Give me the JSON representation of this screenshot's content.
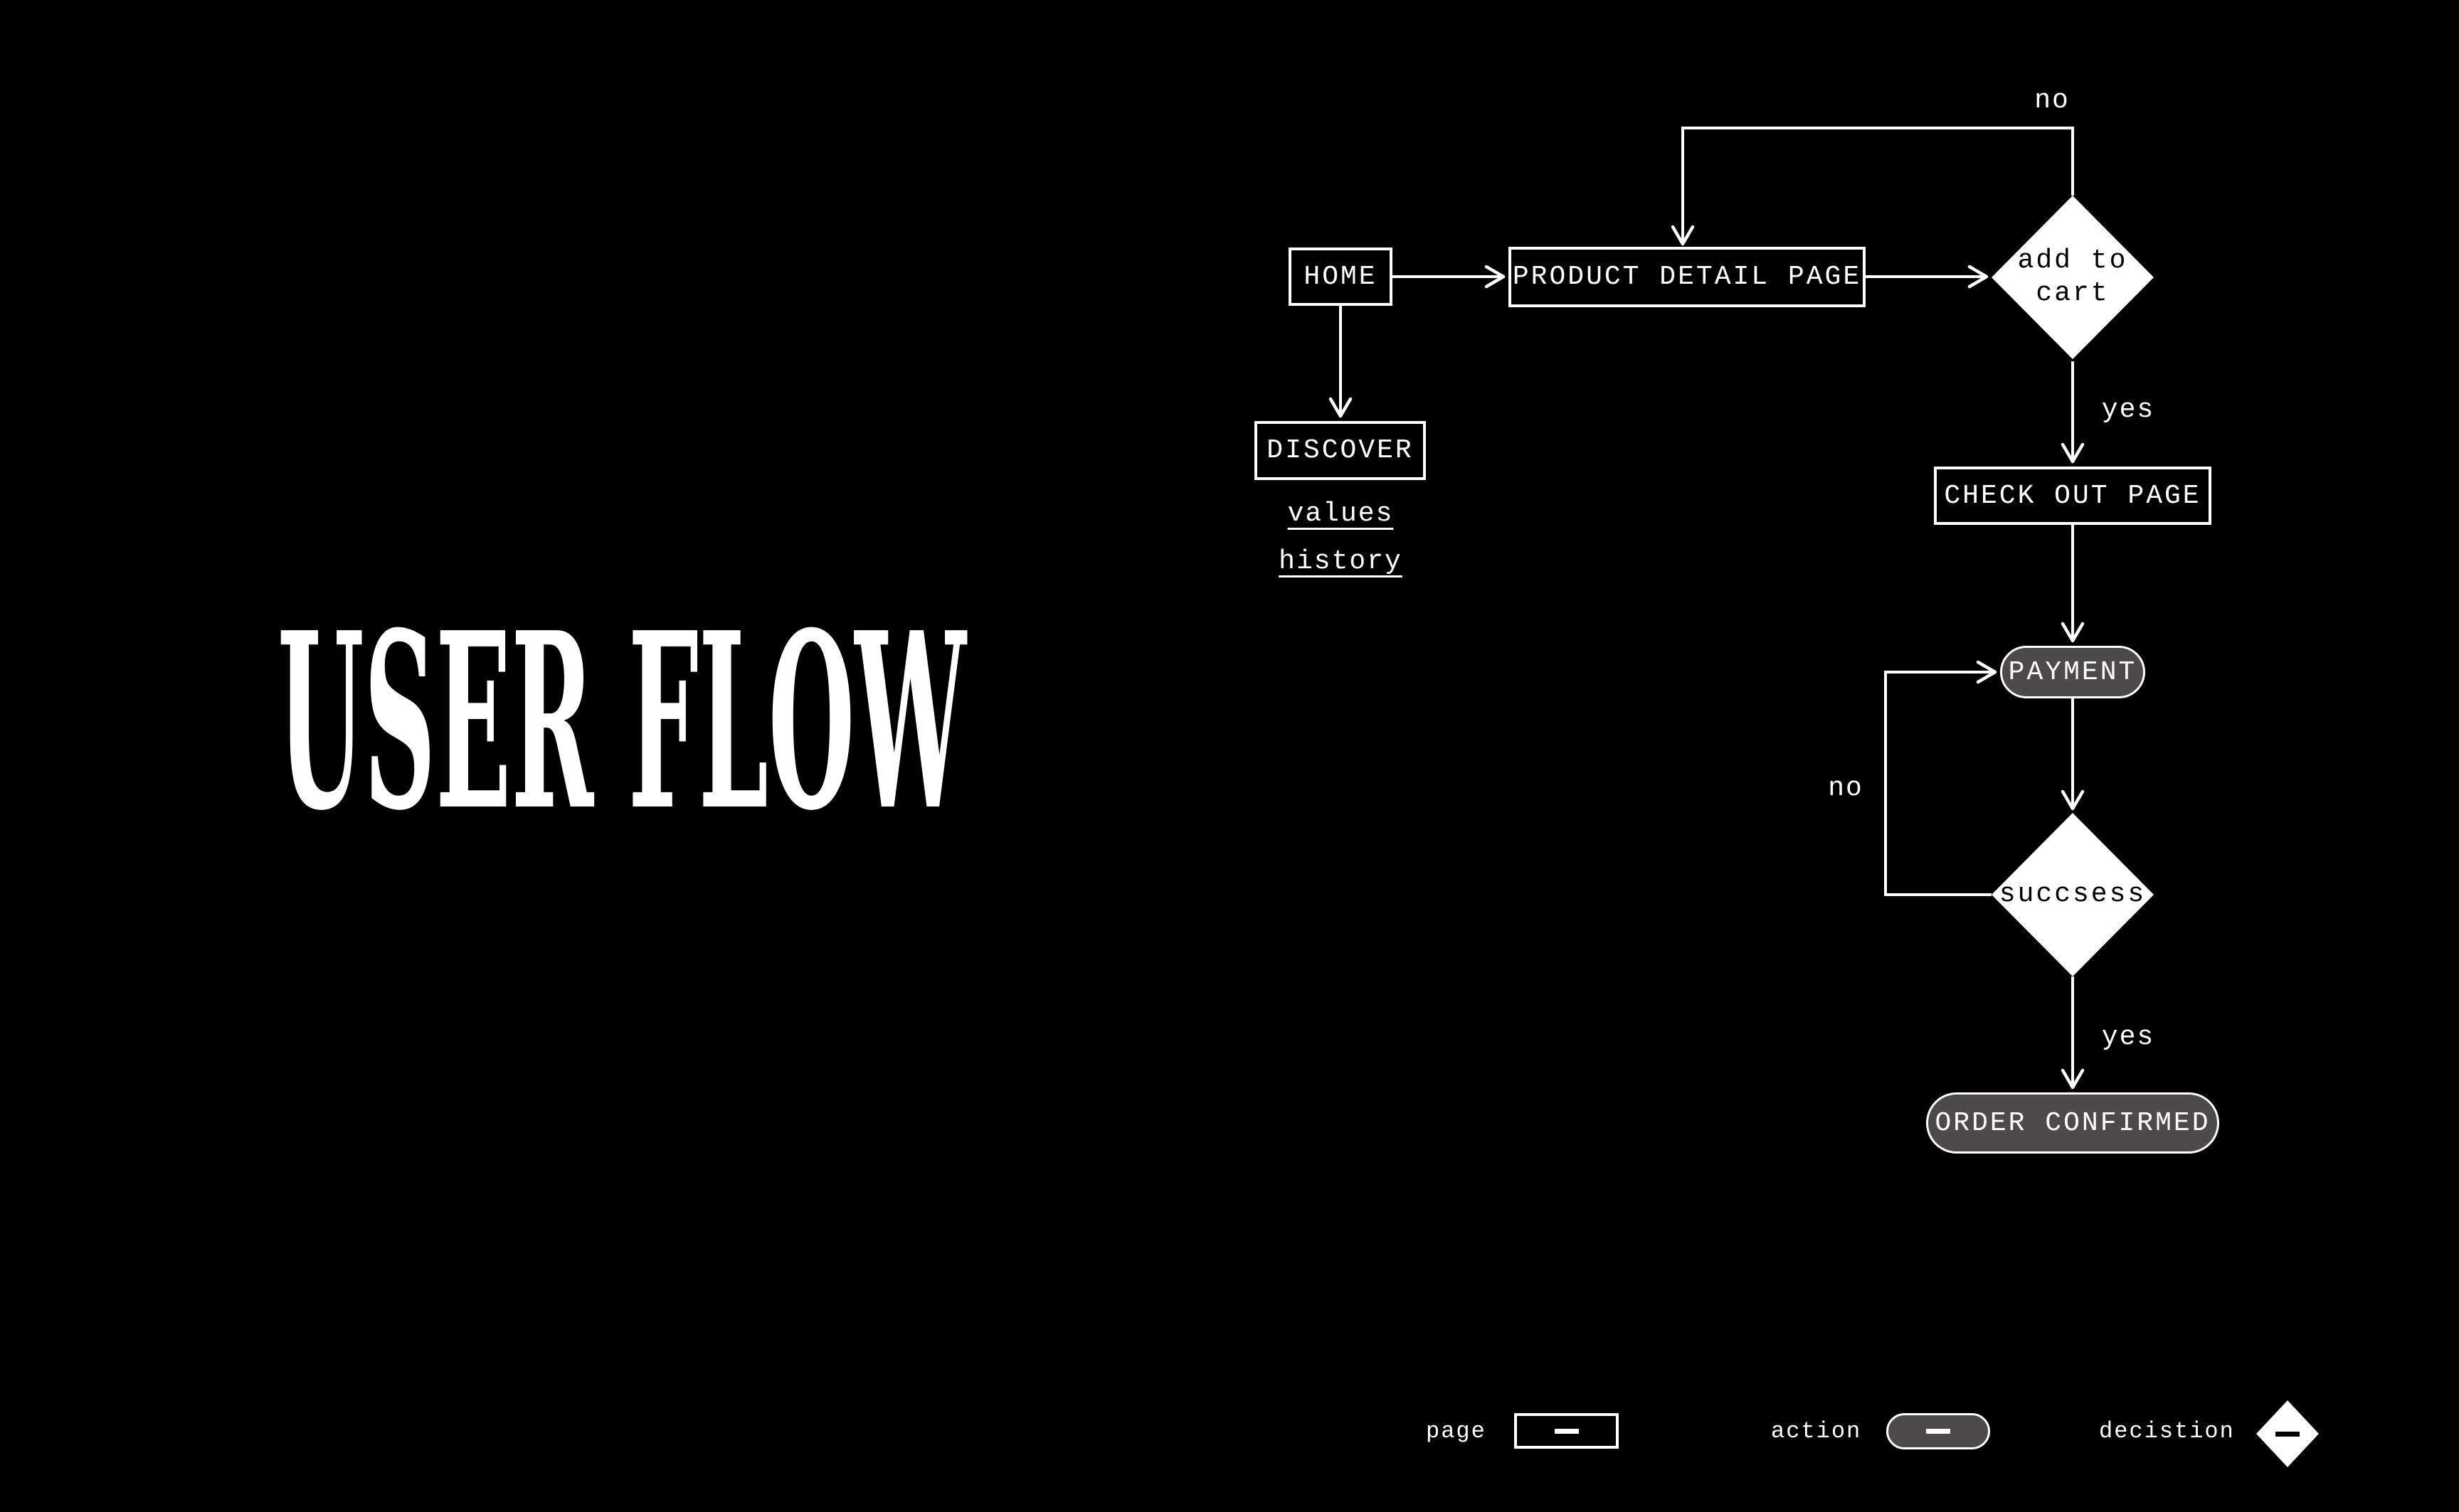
{
  "title": "USER FLOW",
  "flow": {
    "nodes": {
      "home": {
        "label": "HOME",
        "type": "page"
      },
      "product_detail": {
        "label": "PRODUCT DETAIL PAGE",
        "type": "page"
      },
      "discover": {
        "label": "DISCOVER",
        "type": "page"
      },
      "checkout": {
        "label": "CHECK OUT PAGE",
        "type": "page"
      },
      "payment": {
        "label": "PAYMENT",
        "type": "action"
      },
      "order_confirmed": {
        "label": "ORDER CONFIRMED",
        "type": "action"
      },
      "add_to_cart": {
        "label_line1": "add to",
        "label_line2": "cart",
        "type": "decision"
      },
      "success": {
        "label": "succsess",
        "type": "decision"
      }
    },
    "links": {
      "values": "values",
      "history": "history"
    },
    "edge_labels": {
      "add_to_cart_no": "no",
      "add_to_cart_yes": "yes",
      "success_no": "no",
      "success_yes": "yes"
    }
  },
  "legend": {
    "page_label": "page",
    "action_label": "action",
    "decision_label": "decistion"
  },
  "colors": {
    "background": "#000000",
    "line": "#ffffff",
    "action_fill": "#4d4b49",
    "decision_fill": "#ffffff",
    "decision_text": "#000000"
  }
}
